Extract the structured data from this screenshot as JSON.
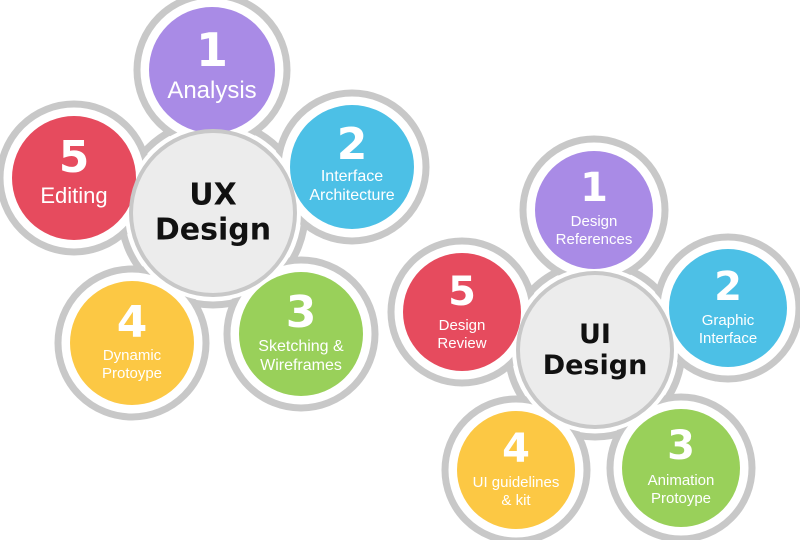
{
  "ux_diagram": {
    "center": [
      "UX",
      "Design"
    ],
    "petals": [
      {
        "number": "1",
        "label": [
          "Analysis"
        ],
        "color": "#a98be6"
      },
      {
        "number": "2",
        "label": [
          "Interface",
          "Architecture"
        ],
        "color": "#4cc0e6"
      },
      {
        "number": "3",
        "label": [
          "Sketching &",
          "Wireframes"
        ],
        "color": "#99d05a"
      },
      {
        "number": "4",
        "label": [
          "Dynamic",
          "Protoype"
        ],
        "color": "#fcc844"
      },
      {
        "number": "5",
        "label": [
          "Editing"
        ],
        "color": "#e64b5e"
      }
    ]
  },
  "ui_diagram": {
    "center": [
      "UI",
      "Design"
    ],
    "petals": [
      {
        "number": "1",
        "label": [
          "Design",
          "References"
        ],
        "color": "#a98be6"
      },
      {
        "number": "2",
        "label": [
          "Graphic",
          "Interface"
        ],
        "color": "#4cc0e6"
      },
      {
        "number": "3",
        "label": [
          "Animation",
          "Protoype"
        ],
        "color": "#99d05a"
      },
      {
        "number": "4",
        "label": [
          "UI guidelines",
          "& kit"
        ],
        "color": "#fcc844"
      },
      {
        "number": "5",
        "label": [
          "Design",
          "Review"
        ],
        "color": "#e64b5e"
      }
    ]
  },
  "colors": {
    "outline": "#c8c8c8",
    "hub_fill": "#ececec"
  }
}
